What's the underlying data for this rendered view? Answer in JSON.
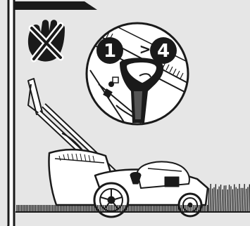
{
  "instruction": {
    "step_from": "1",
    "step_to": "4",
    "arrow_symbol": ">"
  },
  "icons": {
    "prohibited": "prohibited-hand-x-icon",
    "detail": "height-adjust-knob-detail",
    "mower": "lawn-mower-illustration",
    "grass": "grass-pattern"
  },
  "colors": {
    "panel_background": "#e6e6e6",
    "outline": "#1a1a1a",
    "fill_white": "#ffffff",
    "badge": "#1a1a1a"
  }
}
